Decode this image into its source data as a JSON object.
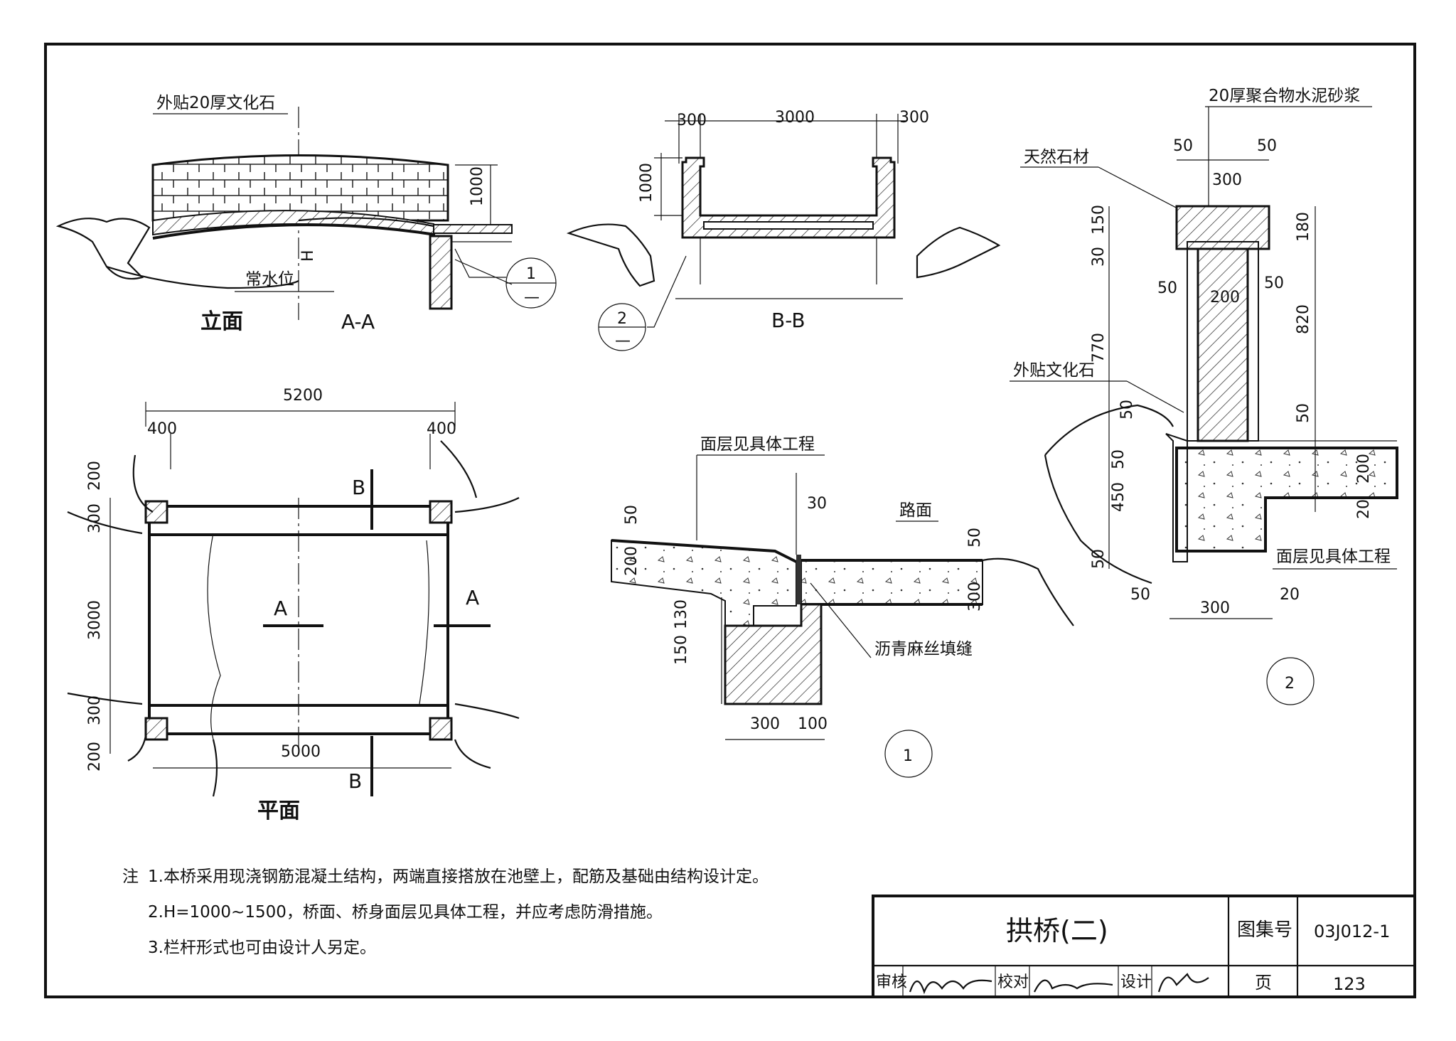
{
  "elevation": {
    "caption": "立面",
    "section_label": "A-A",
    "stone_note": "外贴20厚文化石",
    "height_dim": "1000",
    "h_label": "H",
    "water_level": "常水位",
    "detail_ref": {
      "num": "1",
      "sub": "—"
    }
  },
  "section_bb": {
    "caption": "B-B",
    "dims": [
      "300",
      "3000",
      "300",
      "1000"
    ],
    "detail_ref": {
      "num": "2",
      "sub": "—"
    }
  },
  "plan": {
    "caption": "平面",
    "dims": {
      "top": "5200",
      "left400": "400",
      "right400": "400",
      "bottom": "5000",
      "v200a": "200",
      "v300a": "300",
      "v3000": "3000",
      "v300b": "300",
      "v200b": "200"
    },
    "cut_a": "A",
    "cut_b": "B"
  },
  "detail1": {
    "title": "1",
    "surface_note": "面层见具体工程",
    "road": "路面",
    "joint": "沥青麻丝填缝",
    "dims": [
      "50",
      "200",
      "30",
      "50",
      "300",
      "130",
      "150",
      "300",
      "100"
    ]
  },
  "detail2": {
    "title": "2",
    "mortar": "20厚聚合物水泥砂浆",
    "stone": "天然石材",
    "culture_stone": "外贴文化石",
    "surface_note": "面层见具体工程",
    "dims": {
      "top50a": "50",
      "top50b": "50",
      "w300": "300",
      "v150": "150",
      "v30": "30",
      "v770": "770",
      "v50a": "50",
      "v50b": "50",
      "v450": "450",
      "v50c": "50",
      "r180": "180",
      "r820": "820",
      "r50": "50",
      "r200": "200",
      "r20": "20",
      "in50l": "50",
      "in200": "200",
      "in50r": "50",
      "b50": "50",
      "b300": "300",
      "b20": "20"
    }
  },
  "notes": {
    "prefix": "注",
    "items": [
      "1.本桥采用现浇钢筋混凝土结构，两端直接搭放在池壁上，配筋及基础由结构设计定。",
      "2.H=1000~1500，桥面、桥身面层见具体工程，并应考虑防滑措施。",
      "3.栏杆形式也可由设计人另定。"
    ]
  },
  "title_block": {
    "title": "拱桥(二)",
    "atlas_label": "图集号",
    "atlas_no": "03J012-1",
    "review_label": "审核",
    "check_label": "校对",
    "design_label": "设计",
    "page_label": "页",
    "page_no": "123"
  }
}
